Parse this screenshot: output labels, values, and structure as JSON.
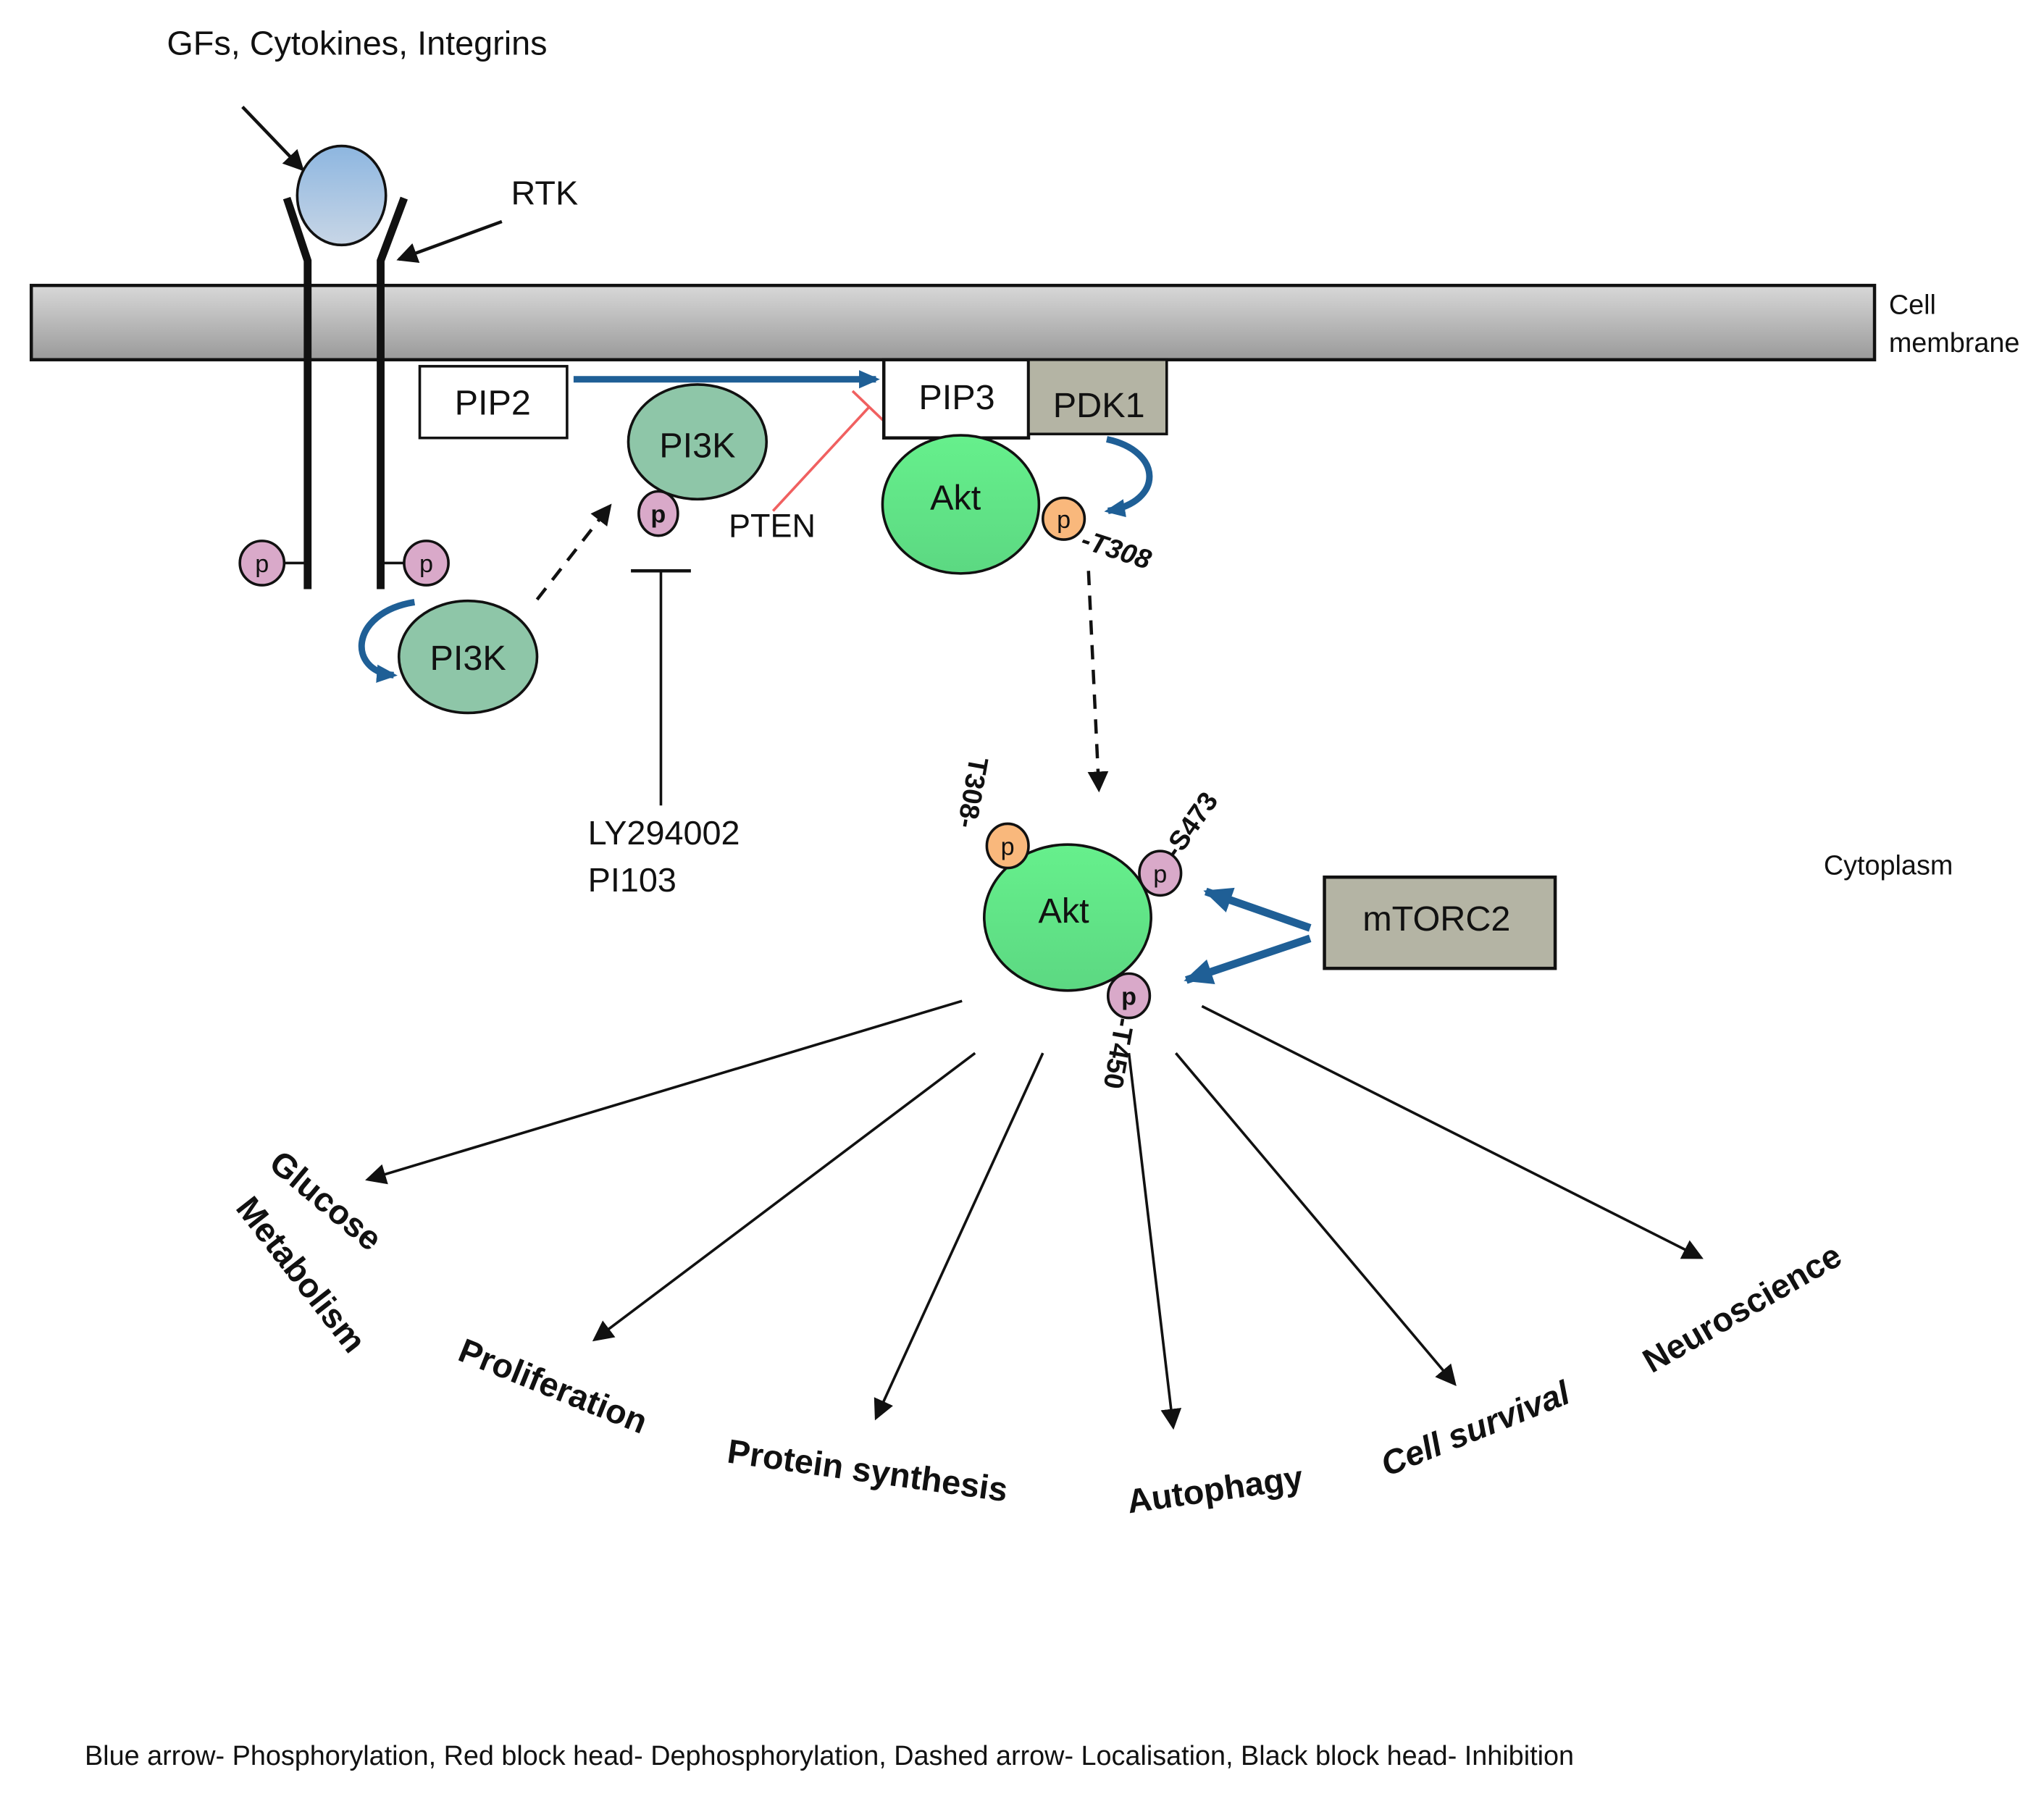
{
  "ligands_label": "GFs, Cytokines, Integrins",
  "rtk_label": "RTK",
  "membrane_label": [
    "Cell",
    "membrane"
  ],
  "cytoplasm_label": "Cytoplasm",
  "nodes": {
    "pip2": "PIP2",
    "pip3": "PIP3",
    "pdk1": "PDK1",
    "pi3k_membrane": "PI3K",
    "pi3k_receptor": "PI3K",
    "akt_membrane": "Akt",
    "akt_cytoplasm": "Akt",
    "mtorc2": "mTORC2",
    "pten": "PTEN",
    "inhibitors": [
      "LY294002",
      "PI103"
    ]
  },
  "phospho": {
    "p": "p",
    "t308": "-T308",
    "t308_top": "T308-",
    "s473": "-S473",
    "t450": "-T450"
  },
  "outcomes": [
    "Glucose",
    "Metabolism",
    "Proliferation",
    "Protein synthesis",
    "Autophagy",
    "Cell survival",
    "Neuroscience"
  ],
  "legend": "Blue arrow- Phosphorylation,  Red block head- Dephosphorylation,   Dashed arrow- Localisation,  Black block head- Inhibition",
  "colors": {
    "blue_arrow": "#1f5f96",
    "red_block": "#f06060",
    "akt_green": "#5ee888",
    "pi3k_green": "#8ec6a8",
    "phospho_pink": "#d9a9c9",
    "phospho_orange": "#f9b87c",
    "box_gray": "#b4b4a4",
    "ligand_blue": "#9cc0e4"
  }
}
